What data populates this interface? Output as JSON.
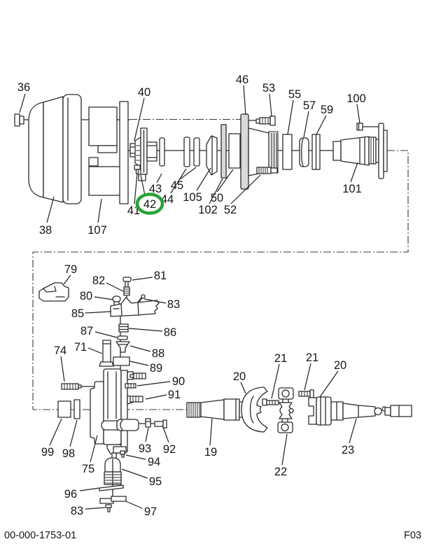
{
  "document": {
    "number": "00-000-1753-01",
    "figure": "F03"
  },
  "highlight": {
    "part": "42",
    "color": "#27a239"
  },
  "callouts": {
    "n19": "19",
    "n20": "20",
    "n21": "21",
    "n22": "22",
    "n23": "23",
    "n36": "36",
    "n38": "38",
    "n40": "40",
    "n41": "41",
    "n42": "42",
    "n43": "43",
    "n44": "44",
    "n45": "45",
    "n46": "46",
    "n50": "50",
    "n52": "52",
    "n53": "53",
    "n55": "55",
    "n57": "57",
    "n59": "59",
    "n71": "71",
    "n74": "74",
    "n75": "75",
    "n79": "79",
    "n80": "80",
    "n81": "81",
    "n82": "82",
    "n83": "83",
    "n85": "85",
    "n86": "86",
    "n87": "87",
    "n88": "88",
    "n89": "89",
    "n90": "90",
    "n91": "91",
    "n92": "92",
    "n93": "93",
    "n94": "94",
    "n95": "95",
    "n96": "96",
    "n97": "97",
    "n98": "98",
    "n99": "99",
    "n100": "100",
    "n101": "101",
    "n102": "102",
    "n105": "105",
    "n107": "107"
  }
}
